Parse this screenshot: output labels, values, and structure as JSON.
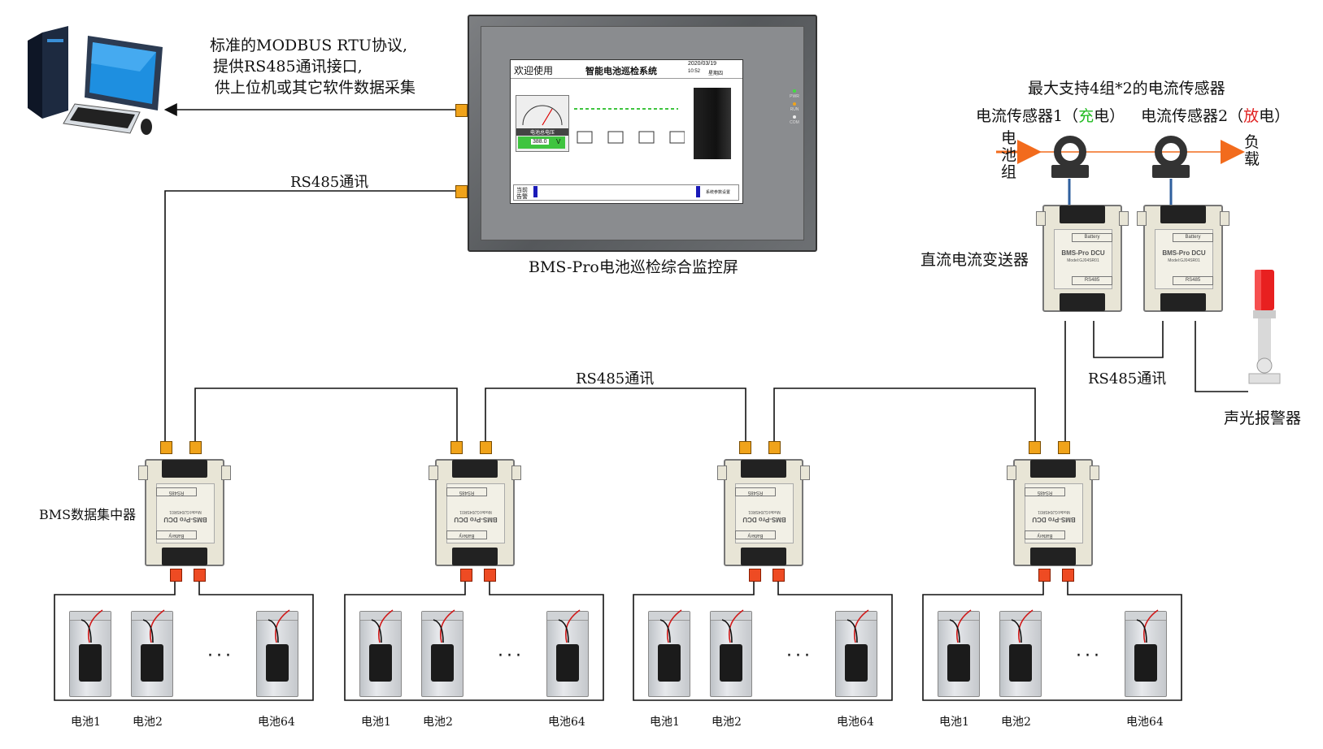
{
  "pc_note": {
    "line1": "标准的MODBUS RTU协议,",
    "line2": "提供RS485通讯接口,",
    "line3": "供上位机或其它软件数据采集"
  },
  "rs485_top": "RS485通讯",
  "rs485_mid": "RS485通讯",
  "rs485_right": "RS485通讯",
  "monitor": {
    "caption": "BMS-Pro电池巡检综合监控屏",
    "screen_welcome": "欢迎使用",
    "screen_title": "智能电池巡检系统",
    "screen_date": "2020/03/19",
    "screen_time": "10:52",
    "screen_weekday": "星期四",
    "gauge_label": "电池总电压",
    "gauge_value": "388.0",
    "gauge_unit": "V",
    "foot_left1": "当前",
    "foot_left2": "告警",
    "foot_right": "系统参数设置",
    "leds": [
      "PWR",
      "RUN",
      "COM"
    ]
  },
  "sensor_title": "最大支持4组*2的电流传感器",
  "sensor1": {
    "prefix": "电流传感器1（",
    "highlight": "充",
    "suffix": "电）",
    "highlight_color": "#22bb22"
  },
  "sensor2": {
    "prefix": "电流传感器2（",
    "highlight": "放",
    "suffix": "电）",
    "highlight_color": "#e02020"
  },
  "battery_group_label": [
    "电",
    "池",
    "组"
  ],
  "load_label": [
    "负",
    "载"
  ],
  "transmitter_label": "直流电流变送器",
  "alarm_label": "声光报警器",
  "concentrator_label": "BMS数据集中器",
  "device_text": {
    "brand": "BMS-Pro DCU",
    "model": "Model:GJ04SR01",
    "battery_tag": "Battery",
    "rs485_tag": "RS485"
  },
  "battery_names": [
    "电池1",
    "电池2",
    "电池64"
  ],
  "ellipsis": "···"
}
